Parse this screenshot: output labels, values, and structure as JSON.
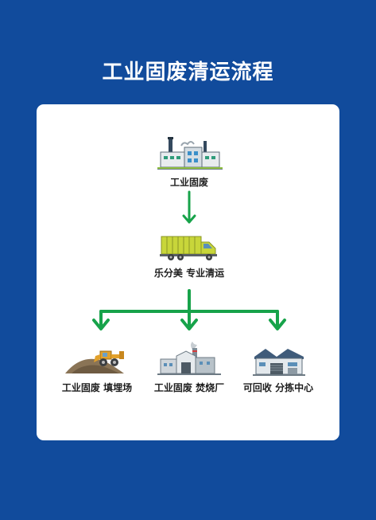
{
  "title": "工业固废清运流程",
  "nodes": {
    "source": "工业固废",
    "transport": "乐分美 专业清运",
    "landfill": "工业固废 填埋场",
    "incineration": "工业固废 焚烧厂",
    "recycling": "可回收 分拣中心"
  },
  "colors": {
    "background": "#114b9c",
    "card": "#ffffff",
    "arrow": "#17a34a",
    "truck": "#c8d63a"
  },
  "icons": [
    "factory-icon",
    "truck-icon",
    "landfill-icon",
    "incinerator-icon",
    "warehouse-icon"
  ]
}
